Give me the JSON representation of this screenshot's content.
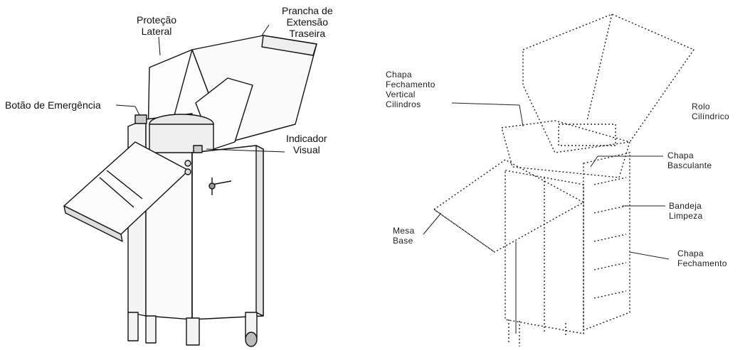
{
  "left_figure": {
    "labels": {
      "protecao_lateral": [
        "Proteção",
        "Lateral"
      ],
      "prancha_extensao": [
        "Prancha de",
        "Extensão",
        "Traseira"
      ],
      "botao_emergencia": "Botão de Emergência",
      "indicador_visual": [
        "Indicador",
        "Visual"
      ]
    }
  },
  "right_figure": {
    "labels": {
      "chapa_fechamento_vertical": [
        "Chapa",
        "Fechamento",
        "Vertical",
        "Cilindros"
      ],
      "rolo_cilindrico": [
        "Rolo",
        "Cilíndrico"
      ],
      "chapa_basculante": [
        "Chapa",
        "Basculante"
      ],
      "mesa_base": [
        "Mesa",
        "Base"
      ],
      "bandeja_limpeza": [
        "Bandeja",
        "Limpeza"
      ],
      "chapa_fechamento": [
        "Chapa",
        "Fechamento"
      ]
    }
  }
}
